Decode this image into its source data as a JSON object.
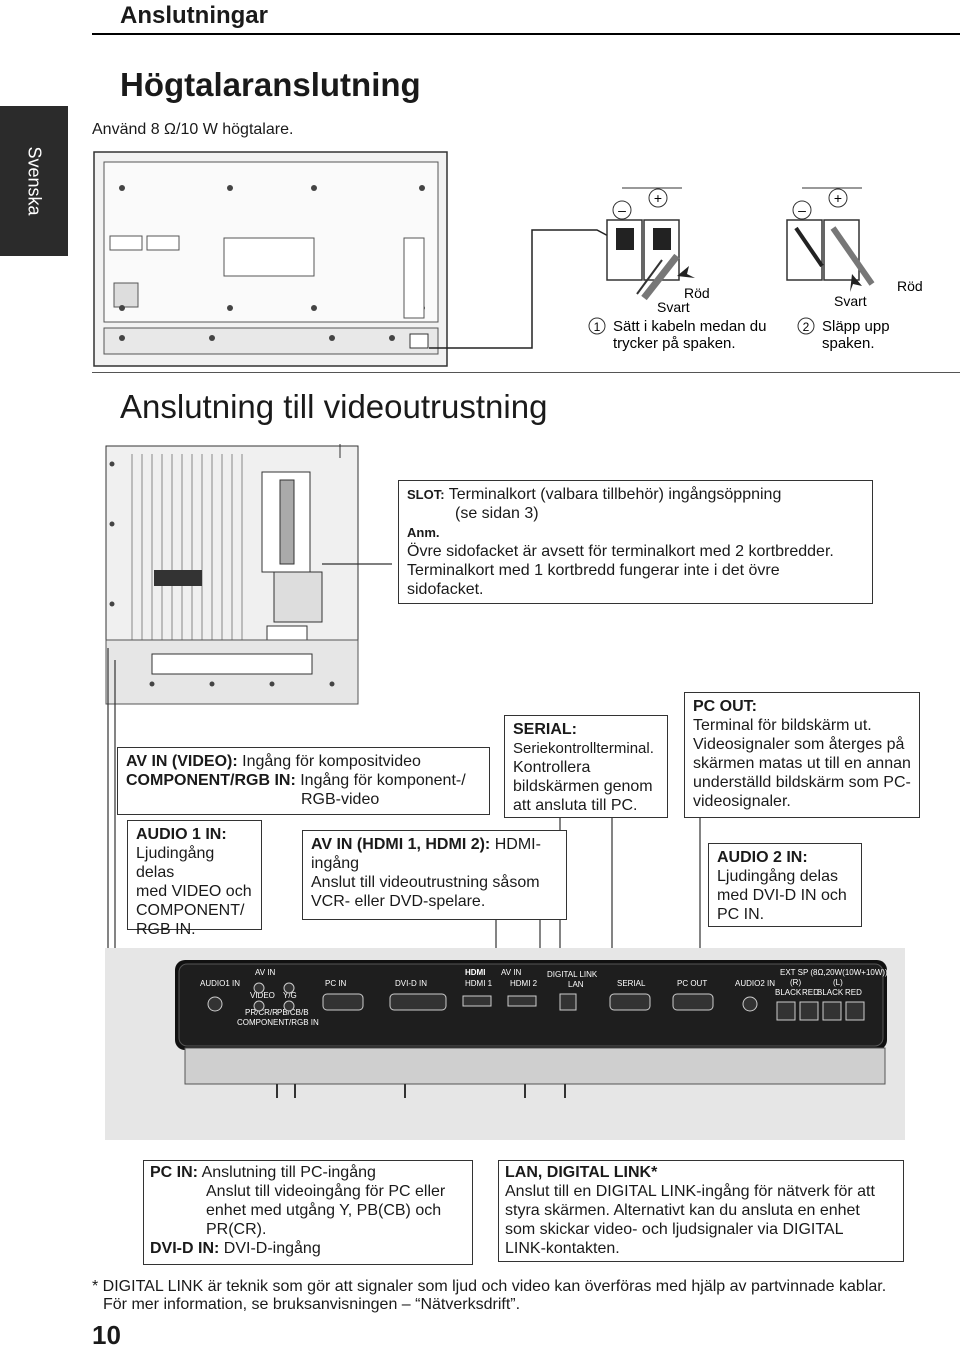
{
  "sidebar": {
    "language": "Svenska"
  },
  "header": {
    "section": "Anslutningar"
  },
  "speaker": {
    "title": "Högtalaranslutning",
    "intro": "Använd 8 Ω/10 W högtalare.",
    "step1": {
      "minus": "–",
      "plus": "+",
      "black": "Svart",
      "red": "Röd",
      "num": "1",
      "text1": "Sätt i kabeln medan du",
      "text2": "trycker på spaken."
    },
    "step2": {
      "minus": "–",
      "plus": "+",
      "black": "Svart",
      "red": "Röd",
      "num": "2",
      "text1": "Släpp upp",
      "text2": "spaken."
    }
  },
  "video": {
    "title": "Anslutning till videoutrustning",
    "slot": {
      "label": "SLOT:",
      "line1": "Terminalkort (valbara tillbehör) ingångsöppning",
      "line2": "(se sidan 3)",
      "note_label": "Anm.",
      "note1": "Övre sidofacket är avsett för terminalkort med 2 kortbredder.",
      "note2": "Terminalkort med 1 kortbredd fungerar inte i det övre",
      "note3": "sidofacket."
    },
    "avin": {
      "label1": "AV IN (VIDEO):",
      "text1": "Ingång för kompositvideo",
      "label2": "COMPONENT/RGB IN:",
      "text2": "Ingång för komponent-/",
      "text3": "RGB-video"
    },
    "serial": {
      "label": "SERIAL:",
      "line1": "Seriekontrollterminal.",
      "line2": "Kontrollera",
      "line3": "bildskärmen genom",
      "line4": "att ansluta till PC."
    },
    "pcout": {
      "label": "PC OUT:",
      "line1": "Terminal för bildskärm ut.",
      "line2": "Videosignaler som återges på",
      "line3": "skärmen matas ut till en annan",
      "line4": "underställd bildskärm som PC-",
      "line5": "videosignaler."
    },
    "audio1": {
      "label": "AUDIO 1 IN:",
      "line1": "Ljudingång delas",
      "line2": "med VIDEO och",
      "line3": "COMPONENT/",
      "line4": "RGB IN."
    },
    "hdmi": {
      "label": "AV IN (HDMI 1, HDMI 2):",
      "text1": "HDMI-",
      "text2": "ingång",
      "line3": "Anslut till videoutrustning såsom",
      "line4": "VCR- eller DVD-spelare."
    },
    "audio2": {
      "label": "AUDIO 2 IN:",
      "line1": "Ljudingång delas",
      "line2": "med DVI-D IN och",
      "line3": "PC IN."
    },
    "panel": {
      "audio1": "AUDIO1 IN",
      "avin": "AV IN",
      "video": "VIDEO",
      "ycb": "Y/G",
      "pr": "PR/CR/R",
      "pb": "PB/CB/B",
      "comp": "COMPONENT/RGB IN",
      "pcin": "PC IN",
      "dvi": "DVI-D IN",
      "hdmi_logo": "HDMI",
      "hdmi_avin": "AV IN",
      "hdmi1": "HDMI 1",
      "hdmi2": "HDMI 2",
      "digital": "DIGITAL LINK",
      "lan": "LAN",
      "serial": "SERIAL",
      "pcout": "PC OUT",
      "audio2": "AUDIO2 IN",
      "extsp": "EXT SP (8Ω,20W(10W+10W))",
      "r": "(R)",
      "l": "(L)",
      "black": "BLACK",
      "red": "RED"
    },
    "pcin": {
      "label1": "PC IN:",
      "text1": "Anslutning till PC-ingång",
      "line2": "Anslut till videoingång för PC eller",
      "line3": "enhet med utgång Y, PB(CB) och",
      "line4": "PR(CR).",
      "label2": "DVI-D IN:",
      "text2": "DVI-D-ingång"
    },
    "lan": {
      "label": "LAN, DIGITAL LINK*",
      "line1": "Anslut till en DIGITAL LINK-ingång för nätverk för att",
      "line2": "styra skärmen. Alternativt kan du ansluta en enhet",
      "line3": "som skickar video- och ljudsignaler via DIGITAL",
      "line4": "LINK-kontakten."
    }
  },
  "footnote": {
    "line1": "* DIGITAL LINK är teknik som gör att signaler som ljud och video kan överföras med hjälp av partvinnade kablar.",
    "line2": "För mer information, se bruksanvisningen – “Nätverksdrift”."
  },
  "page_number": "10"
}
